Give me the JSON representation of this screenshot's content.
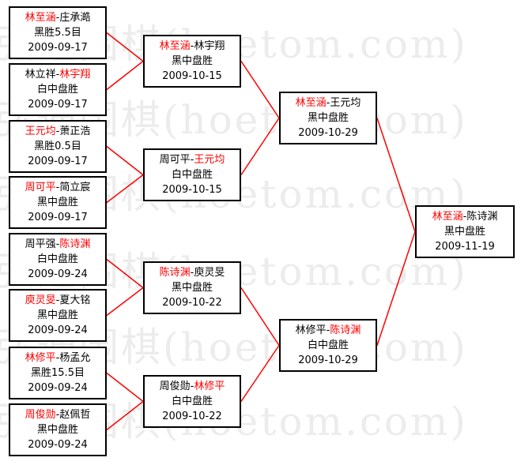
{
  "watermark": {
    "text": "弘通围棋(hoetom.com)"
  },
  "colors": {
    "winner": "#ff0000",
    "line": "#ff0000",
    "text": "#000000"
  },
  "round1": [
    {
      "p1": "林至涵",
      "sep": "-",
      "p2": "庄承澔",
      "winner": 1,
      "result": "黑胜5.5目",
      "date": "2009-09-17"
    },
    {
      "p1": "林立祥",
      "sep": "-",
      "p2": "林宇翔",
      "winner": 2,
      "result": "白中盘胜",
      "date": "2009-09-17"
    },
    {
      "p1": "王元均",
      "sep": "-",
      "p2": "萧正浩",
      "winner": 1,
      "result": "黑胜0.5目",
      "date": "2009-09-17"
    },
    {
      "p1": "周可平",
      "sep": "-",
      "p2": "简立宸",
      "winner": 1,
      "result": "黑中盘胜",
      "date": "2009-09-17"
    },
    {
      "p1": "周平强",
      "sep": "-",
      "p2": "陈诗渊",
      "winner": 2,
      "result": "白中盘胜",
      "date": "2009-09-24"
    },
    {
      "p1": "庾灵旻",
      "sep": "-",
      "p2": "夏大铭",
      "winner": 1,
      "result": "黑中盘胜",
      "date": "2009-09-24"
    },
    {
      "p1": "林修平",
      "sep": "-",
      "p2": "杨孟允",
      "winner": 1,
      "result": "黑胜15.5目",
      "date": "2009-09-24"
    },
    {
      "p1": "周俊勋",
      "sep": "-",
      "p2": "赵佩哲",
      "winner": 1,
      "result": "黑中盘胜",
      "date": "2009-09-24"
    }
  ],
  "round2": [
    {
      "p1": "林至涵",
      "sep": "-",
      "p2": "林宇翔",
      "winner": 1,
      "result": "黑中盘胜",
      "date": "2009-10-15"
    },
    {
      "p1": "周可平",
      "sep": "-",
      "p2": "王元均",
      "winner": 2,
      "result": "白中盘胜",
      "date": "2009-10-15"
    },
    {
      "p1": "陈诗渊",
      "sep": "-",
      "p2": "庾灵旻",
      "winner": 1,
      "result": "黑中盘胜",
      "date": "2009-10-22"
    },
    {
      "p1": "周俊勋",
      "sep": "-",
      "p2": "林修平",
      "winner": 2,
      "result": "白中盘胜",
      "date": "2009-10-22"
    }
  ],
  "round3": [
    {
      "p1": "林至涵",
      "sep": "-",
      "p2": "王元均",
      "winner": 1,
      "result": "黑中盘胜",
      "date": "2009-10-29"
    },
    {
      "p1": "林修平",
      "sep": "-",
      "p2": "陈诗渊",
      "winner": 2,
      "result": "白中盘胜",
      "date": "2009-10-29"
    }
  ],
  "final": [
    {
      "p1": "林至涵",
      "sep": "-",
      "p2": "陈诗渊",
      "winner": 1,
      "result": "黑中盘胜",
      "date": "2009-11-19"
    }
  ]
}
